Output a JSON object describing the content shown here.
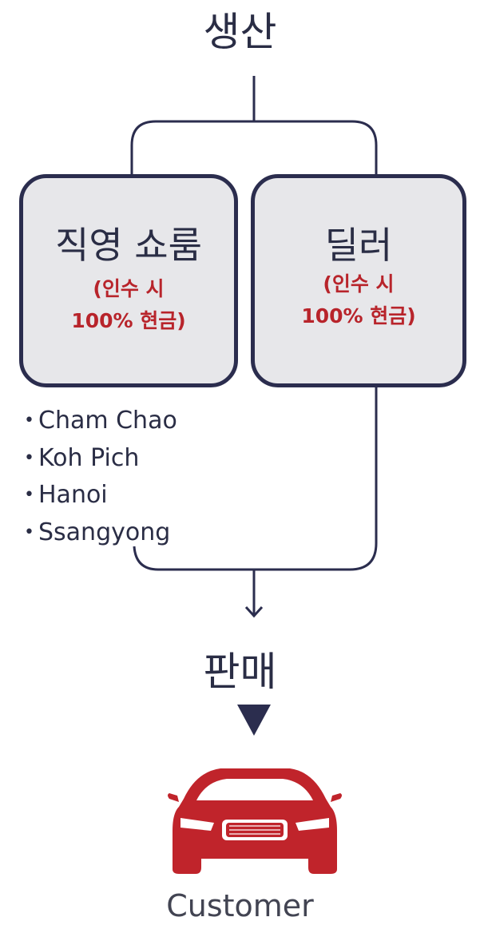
{
  "diagram": {
    "top_title": "생산",
    "boxes": [
      {
        "title": "직영 쇼룸",
        "note_line1": "(인수 시",
        "note_line2": "100% 현금)"
      },
      {
        "title": "딜러",
        "note_line1": "(인수 시",
        "note_line2": "100% 현금)"
      }
    ],
    "showrooms": [
      "Cham Chao",
      "Koh Pich",
      "Hanoi",
      "Ssangyong"
    ],
    "bullet": "•",
    "sale_title": "판매",
    "customer_label": "Customer"
  },
  "colors": {
    "ink": "#2b2d4e",
    "box_fill": "#e7e7ea",
    "note_red": "#b8242b",
    "car_red": "#c0242b"
  },
  "icons": {
    "customer": "car-icon",
    "flow_down": "triangle-down-icon"
  }
}
